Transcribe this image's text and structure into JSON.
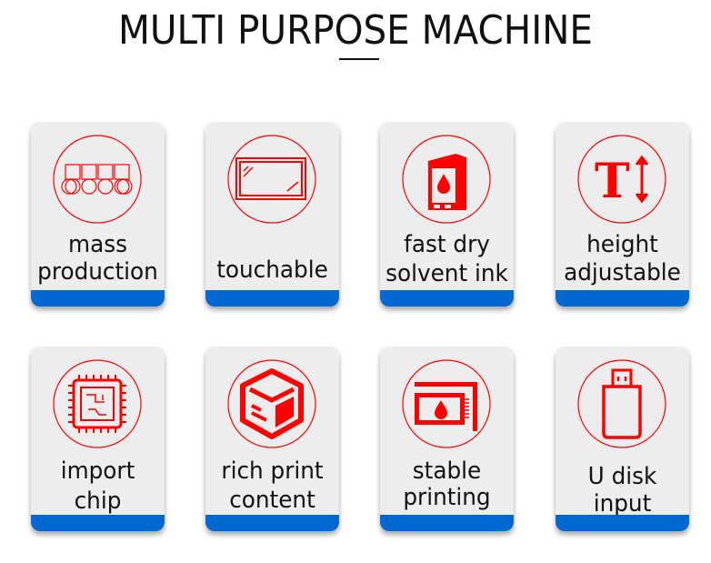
{
  "title": "MULTI PURPOSE MACHINE",
  "colors": {
    "accent": "#ff0000",
    "bar": "#0068d0",
    "card": "#ededed"
  },
  "features": [
    {
      "icon": "conveyor-icon",
      "lines": [
        "mass",
        "production"
      ]
    },
    {
      "icon": "touchscreen-icon",
      "lines": [
        "touchable",
        ""
      ]
    },
    {
      "icon": "ink-cartridge-icon",
      "lines": [
        "fast dry",
        "solvent ink"
      ]
    },
    {
      "icon": "text-height-icon",
      "lines": [
        "height",
        "adjustable"
      ]
    },
    {
      "icon": "chip-icon",
      "lines": [
        "import",
        "chip"
      ]
    },
    {
      "icon": "cube-icon",
      "lines": [
        "rich print",
        "content"
      ]
    },
    {
      "icon": "print-head-icon",
      "lines": [
        "stable",
        "printing"
      ]
    },
    {
      "icon": "usb-drive-icon",
      "lines": [
        "U disk",
        "input"
      ]
    }
  ]
}
